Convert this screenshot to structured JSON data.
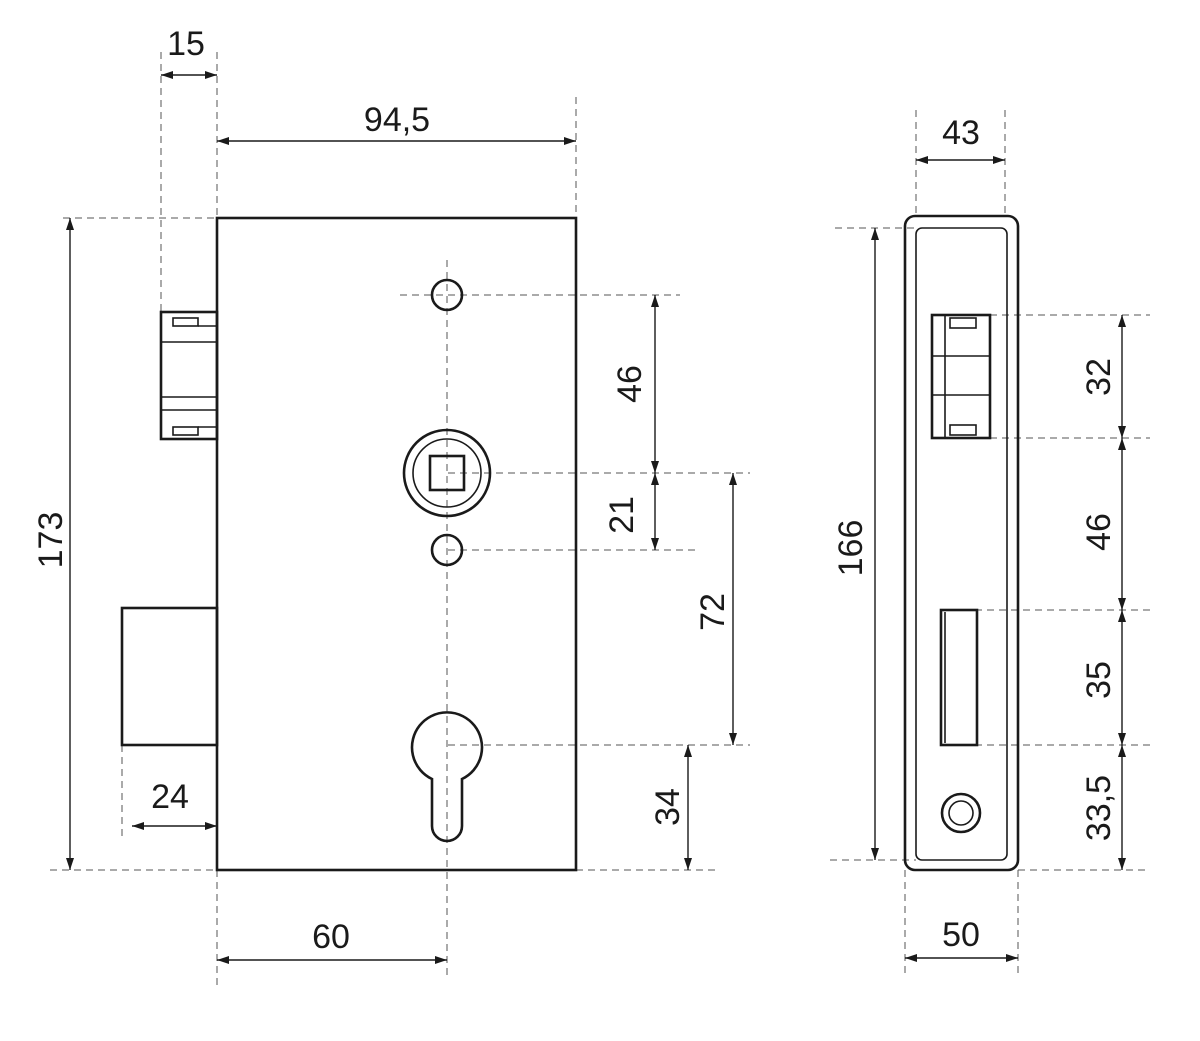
{
  "front_view": {
    "dims": {
      "backset": "15",
      "case_width": "94,5",
      "case_height": "173",
      "follower_to_top_hole": "46",
      "follower_to_lower_hole": "21",
      "follower_to_cylinder": "72",
      "cylinder_to_bottom": "34",
      "bolt_throw": "24",
      "cylinder_offset": "60"
    }
  },
  "side_view": {
    "dims": {
      "inner_width": "43",
      "forend_height": "166",
      "latch_height": "32",
      "latch_to_bolt": "46",
      "bolt_height": "35",
      "bolt_to_bottom": "33,5",
      "outer_width": "50"
    }
  }
}
